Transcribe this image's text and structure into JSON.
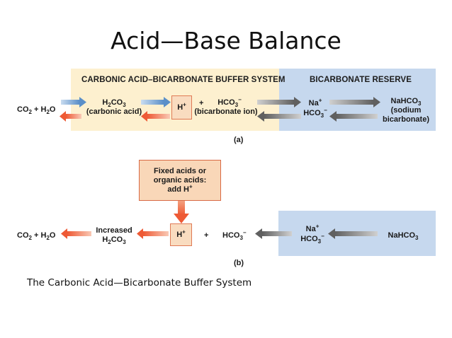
{
  "slide": {
    "title": "Acid—Base Balance",
    "caption": "The Carbonic Acid—Bicarbonate Buffer System"
  },
  "panel_a": {
    "label": "(a)",
    "buffer_header": "CARBONIC ACID–BICARBONATE BUFFER SYSTEM",
    "reserve_header": "BICARBONATE RESERVE",
    "co2_h2o": "CO2 + H2O",
    "h2co3": "H2CO3",
    "h2co3_name": "(carbonic acid)",
    "h_ion": "H+",
    "plus": "+",
    "hco3": "HCO3−",
    "hco3_name": "(bicarbonate ion)",
    "na": "Na+",
    "na_hco3": "HCO3−",
    "nahco3": "NaHCO3",
    "nahco3_name_1": "(sodium",
    "nahco3_name_2": "bicarbonate)"
  },
  "panel_b": {
    "label": "(b)",
    "fixed_acids_1": "Fixed acids or",
    "fixed_acids_2": "organic acids:",
    "fixed_acids_3": "add H+",
    "co2_h2o": "CO2 + H2O",
    "increased_1": "Increased",
    "increased_2": "H2CO3",
    "h_ion": "H+",
    "plus": "+",
    "hco3": "HCO3−",
    "na": "Na+",
    "na_hco3": "HCO3−",
    "nahco3": "NaHCO3"
  },
  "colors": {
    "buffer_bg": "#fdf0cf",
    "reserve_bg": "#c6d8ee",
    "h_box_bg": "#f9dcc0",
    "h_box_border": "#e07a55",
    "fixed_box_bg": "#f9d7b8",
    "fixed_box_border": "#d86a45",
    "orange": "#ee6a43",
    "blue": "#5b8fc8",
    "gray": "#6e6e6e"
  }
}
